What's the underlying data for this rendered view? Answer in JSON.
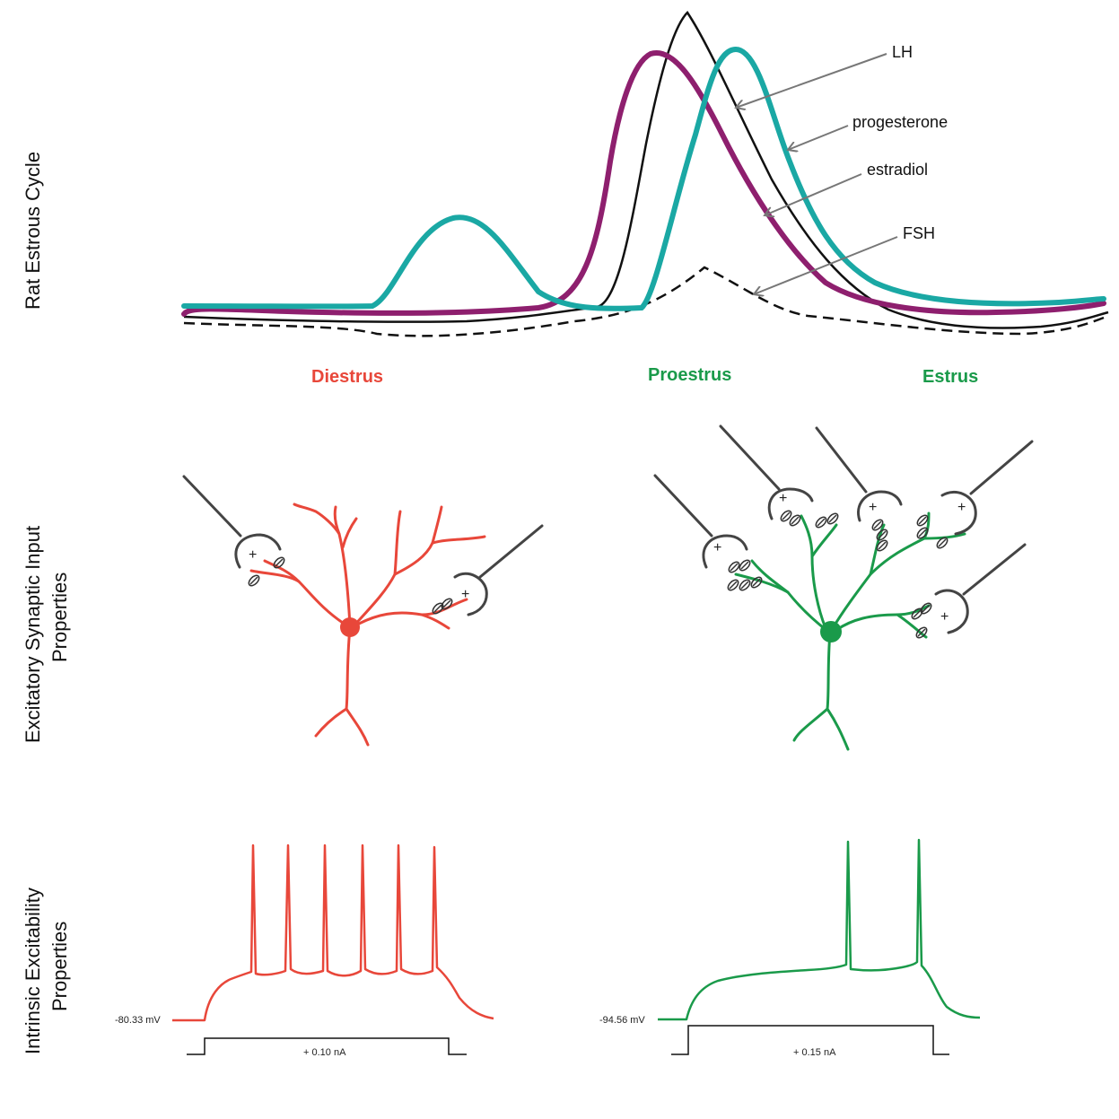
{
  "rows": {
    "cycle_label": "Rat Estrous Cycle",
    "synaptic_label_1": "Excitatory Synaptic Input",
    "synaptic_label_2": "Properties",
    "excitability_label_1": "Intrinsic Excitability",
    "excitability_label_2": "Properties"
  },
  "hormones": {
    "lh": "LH",
    "progesterone": "progesterone",
    "estradiol": "estradiol",
    "fsh": "FSH"
  },
  "phases": {
    "diestrus": "Diestrus",
    "proestrus": "Proestrus",
    "estrus": "Estrus"
  },
  "traces": {
    "diestrus_vm": "-80.33 mV",
    "diestrus_current": "+ 0.10 nA",
    "proestrus_vm": "-94.56 mV",
    "proestrus_current": "+ 0.15 nA"
  },
  "colors": {
    "diestrus": "#e8473a",
    "proestrus": "#1a9a4a",
    "progesterone_curve": "#1aa8a4",
    "estradiol_curve": "#8e1f6e",
    "lh_curve": "#111111",
    "fsh_curve": "#111111",
    "arrow": "#777777",
    "electrode": "#444444"
  },
  "synapse_plus": "+"
}
